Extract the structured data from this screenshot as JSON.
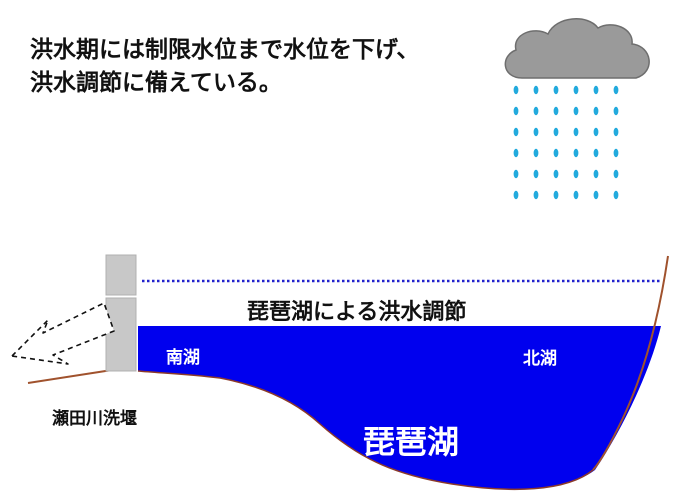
{
  "caption": {
    "line1": "洪水期には制限水位まで水位を下げ、",
    "line2": "洪水調節に備えている。"
  },
  "labels": {
    "flood_control": "琵琶湖による洪水調節",
    "south_lake": "南湖",
    "north_lake": "北湖",
    "lake_name": "琵琶湖",
    "weir": "瀬田川洗堰"
  },
  "colors": {
    "water": "#0000ee",
    "dotted_line": "#2222cc",
    "bank": "#a0522d",
    "weir": "#c8c8c8",
    "cloud": "#9a9a9a",
    "rain": "#22aadd"
  },
  "icons": [
    "rain-cloud-icon",
    "outflow-arrow-icon"
  ]
}
